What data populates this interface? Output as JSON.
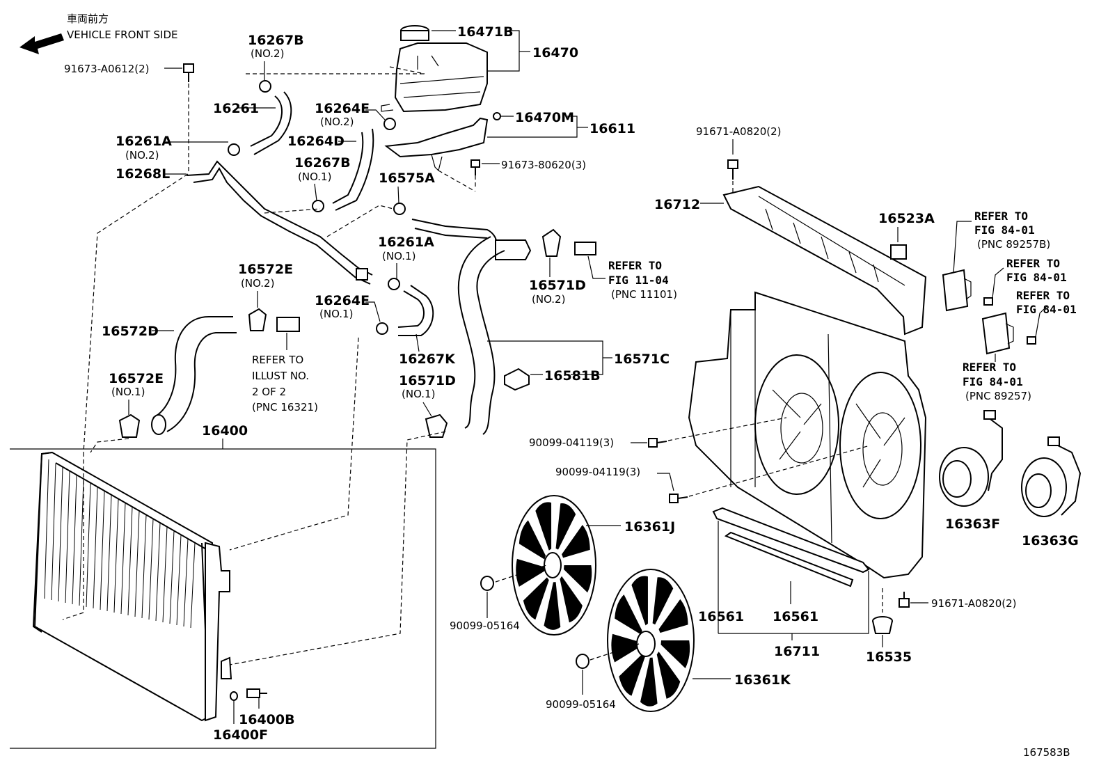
{
  "header": {
    "jp_title": "車両前方",
    "en_title": "VEHICLE FRONT SIDE"
  },
  "figure_id": "167583B",
  "callouts": {
    "c16471B": "16471B",
    "c16470": "16470",
    "c16267B_top": "16267B",
    "c16267B_top_sub": "(NO.2)",
    "c91673_A0612": "91673-A0612(2)",
    "c16261": "16261",
    "c16264E_top": "16264E",
    "c16264E_top_sub": "(NO.2)",
    "c16470M": "16470M",
    "c16611": "16611",
    "c16261A_top": "16261A",
    "c16261A_top_sub": "(NO.2)",
    "c16264D": "16264D",
    "c91673_80620": "91673-80620(3)",
    "c16268L": "16268L",
    "c16267B_mid": "16267B",
    "c16267B_mid_sub": "(NO.1)",
    "c16575A": "16575A",
    "c91671_A0820_top": "91671-A0820(2)",
    "c16712": "16712",
    "c16523A": "16523A",
    "ref_84_01_a_1": "REFER TO",
    "ref_84_01_a_2": "FIG 84-01",
    "ref_84_01_a_3": "(PNC 89257B)",
    "ref_84_01_b_1": "REFER TO",
    "ref_84_01_b_2": "FIG 84-01",
    "ref_84_01_c_1": "REFER TO",
    "ref_84_01_c_2": "FIG 84-01",
    "c16261A_mid": "16261A",
    "c16261A_mid_sub": "(NO.1)",
    "c16572E_top": "16572E",
    "c16572E_top_sub": "(NO.2)",
    "ref_11_04_1": "REFER TO",
    "ref_11_04_2": "FIG 11-04",
    "ref_11_04_3": "(PNC 11101)",
    "c16571D_top": "16571D",
    "c16571D_top_sub": "(NO.2)",
    "c16264E_mid": "16264E",
    "c16264E_mid_sub": "(NO.1)",
    "c16572D": "16572D",
    "c16571C": "16571C",
    "c16267K": "16267K",
    "ref_illust_1": "REFER TO",
    "ref_illust_2": "ILLUST NO.",
    "ref_illust_3": "2 OF 2",
    "ref_illust_4": "(PNC 16321)",
    "c16581B": "16581B",
    "ref_84_01_d_1": "REFER TO",
    "ref_84_01_d_2": "FIG 84-01",
    "ref_84_01_d_3": "(PNC 89257)",
    "c16572E_bot": "16572E",
    "c16572E_bot_sub": "(NO.1)",
    "c16571D_bot": "16571D",
    "c16571D_bot_sub": "(NO.1)",
    "c16400": "16400",
    "c90099_04119_a": "90099-04119(3)",
    "c90099_04119_b": "90099-04119(3)",
    "c16363F": "16363F",
    "c16363G": "16363G",
    "c16361J": "16361J",
    "c90099_05164_a": "90099-05164",
    "c16561_a": "16561",
    "c16561_b": "16561",
    "c91671_A0820_bot": "91671-A0820(2)",
    "c16711": "16711",
    "c16535": "16535",
    "c16361K": "16361K",
    "c90099_05164_b": "90099-05164",
    "c16400B": "16400B",
    "c16400F": "16400F"
  }
}
